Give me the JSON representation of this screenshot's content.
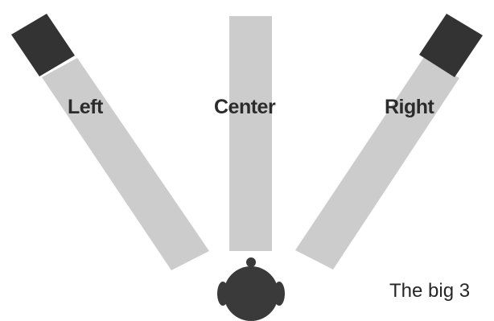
{
  "diagram": {
    "channels": [
      {
        "id": "left",
        "label": "Left"
      },
      {
        "id": "center",
        "label": "Center"
      },
      {
        "id": "right",
        "label": "Right"
      }
    ],
    "caption": "The big 3",
    "colors": {
      "beam": "#cccccc",
      "speaker": "#333333",
      "head": "#3a3a3a",
      "label": "#2b2b2b",
      "background": "#ffffff"
    },
    "icons": {
      "speaker": "speaker-box-icon",
      "listener": "listener-head-icon"
    }
  }
}
